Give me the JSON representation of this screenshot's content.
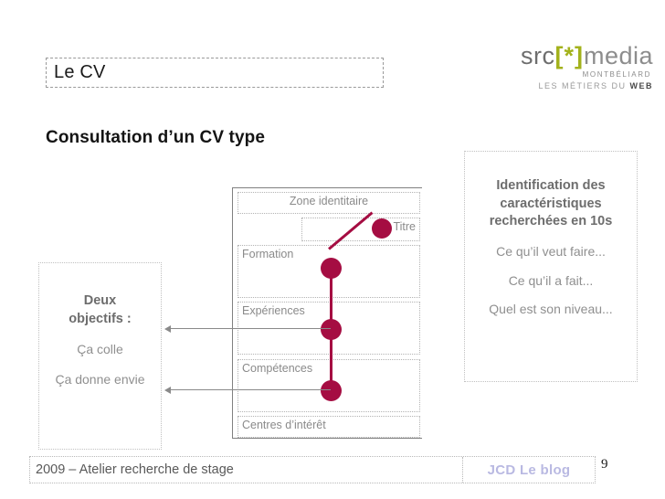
{
  "slide": {
    "title": "Le CV",
    "subtitle": "Consultation d’un CV type"
  },
  "logo": {
    "src": "src",
    "star": "[*]",
    "media": "media",
    "city": "MONTBÉLIARD",
    "tagline_prefix": "LES MÉTIERS DU ",
    "tagline_bold": "WEB",
    "colors": {
      "src": "#6e6e6e",
      "star": "#a3b21c",
      "media": "#8d8d8d"
    }
  },
  "cv_schematic": {
    "sections": [
      {
        "label": "Zone identitaire",
        "align": "center"
      },
      {
        "label": "Titre",
        "align": "right"
      },
      {
        "label": "Formation",
        "align": "left"
      },
      {
        "label": "Expériences",
        "align": "left"
      },
      {
        "label": "Compétences",
        "align": "left"
      },
      {
        "label": "Centres d’intérêt",
        "align": "left"
      }
    ],
    "path_color": "#a50d42",
    "dot_count": 4
  },
  "left_callout": {
    "heading_line1": "Deux",
    "heading_line2": "objectifs :",
    "lines": [
      "Ça colle",
      "Ça donne envie"
    ]
  },
  "right_callout": {
    "heading_line1": "Identification des",
    "heading_line2": "caractéristiques",
    "heading_line3": "recherchées en 10s",
    "lines": [
      "Ce qu’il veut faire...",
      "Ce qu’il a fait...",
      "Quel est son niveau..."
    ]
  },
  "footer": {
    "left": "2009 – Atelier recherche de stage",
    "right": "JCD Le blog",
    "page_number": "9",
    "right_color": "#b9b9e2"
  }
}
